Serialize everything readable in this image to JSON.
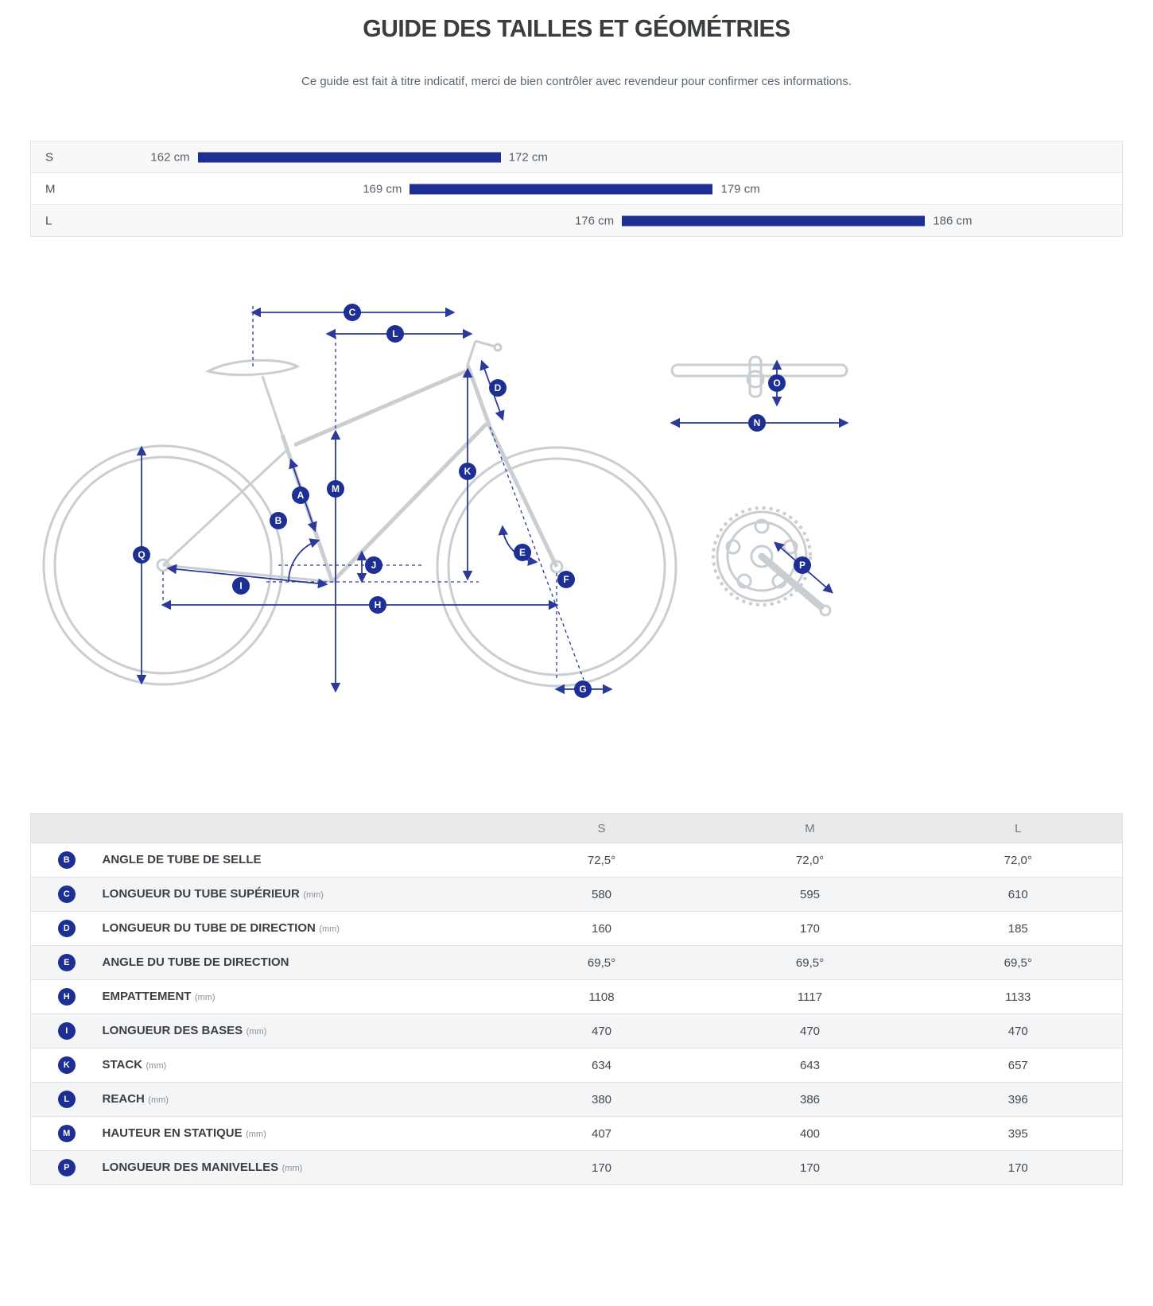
{
  "page": {
    "title": "GUIDE DES TAILLES ET GÉOMÉTRIES",
    "subtitle": "Ce guide est fait à titre indicatif, merci de bien contrôler avec revendeur pour confirmer ces informations."
  },
  "colors": {
    "accent": "#1d2f92"
  },
  "size_bars": {
    "scale": {
      "min": 156.5,
      "max": 192.5,
      "unit": "cm"
    },
    "rows": [
      {
        "size": "S",
        "min": 162,
        "max": 172,
        "min_label": "162 cm",
        "max_label": "172 cm"
      },
      {
        "size": "M",
        "min": 169,
        "max": 179,
        "min_label": "169 cm",
        "max_label": "179 cm"
      },
      {
        "size": "L",
        "min": 176,
        "max": 186,
        "min_label": "176 cm",
        "max_label": "186 cm"
      }
    ]
  },
  "diagram": {
    "labels": [
      "A",
      "B",
      "C",
      "D",
      "E",
      "F",
      "G",
      "H",
      "I",
      "J",
      "K",
      "L",
      "M",
      "N",
      "O",
      "P",
      "Q"
    ]
  },
  "geometry_table": {
    "columns": [
      "S",
      "M",
      "L"
    ],
    "rows": [
      {
        "letter": "B",
        "label": "ANGLE DE TUBE DE SELLE",
        "unit": "",
        "values": [
          "72,5°",
          "72,0°",
          "72,0°"
        ]
      },
      {
        "letter": "C",
        "label": "LONGUEUR DU TUBE SUPÉRIEUR",
        "unit": "(mm)",
        "values": [
          "580",
          "595",
          "610"
        ]
      },
      {
        "letter": "D",
        "label": "LONGUEUR DU TUBE DE DIRECTION",
        "unit": "(mm)",
        "values": [
          "160",
          "170",
          "185"
        ]
      },
      {
        "letter": "E",
        "label": "ANGLE DU TUBE DE DIRECTION",
        "unit": "",
        "values": [
          "69,5°",
          "69,5°",
          "69,5°"
        ]
      },
      {
        "letter": "H",
        "label": "EMPATTEMENT",
        "unit": "(mm)",
        "values": [
          "1108",
          "1117",
          "1133"
        ]
      },
      {
        "letter": "I",
        "label": "LONGUEUR DES BASES",
        "unit": "(mm)",
        "values": [
          "470",
          "470",
          "470"
        ]
      },
      {
        "letter": "K",
        "label": "STACK",
        "unit": "(mm)",
        "values": [
          "634",
          "643",
          "657"
        ]
      },
      {
        "letter": "L",
        "label": "REACH",
        "unit": "(mm)",
        "values": [
          "380",
          "386",
          "396"
        ]
      },
      {
        "letter": "M",
        "label": "HAUTEUR EN STATIQUE",
        "unit": "(mm)",
        "values": [
          "407",
          "400",
          "395"
        ]
      },
      {
        "letter": "P",
        "label": "LONGUEUR DES MANIVELLES",
        "unit": "(mm)",
        "values": [
          "170",
          "170",
          "170"
        ]
      }
    ]
  }
}
